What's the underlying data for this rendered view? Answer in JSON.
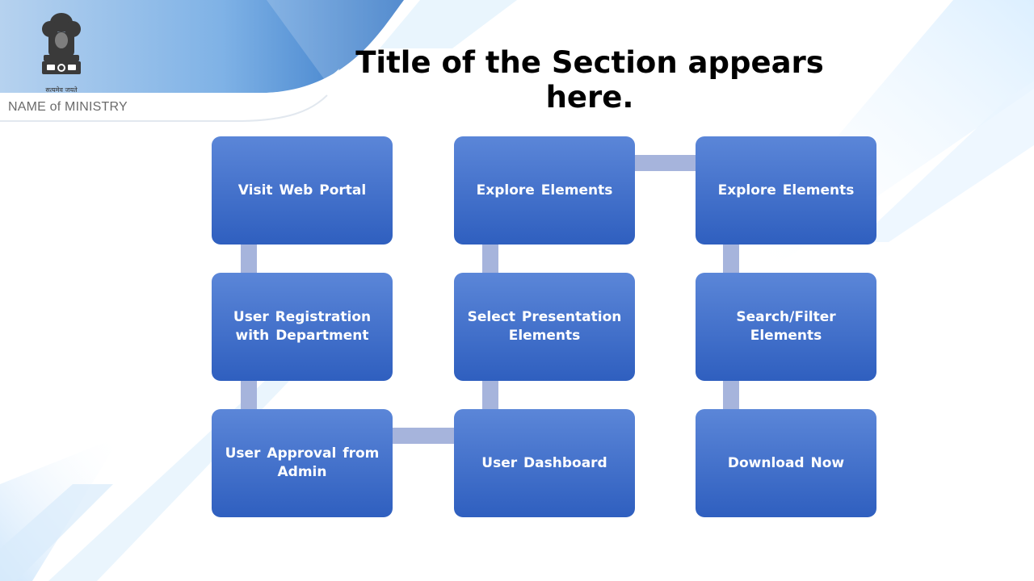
{
  "header": {
    "ministry": "NAME of MINISTRY",
    "motto": "सत्यमेव जयते",
    "emblem_icon": "national-emblem-icon"
  },
  "title": "Title of the Section appears here.",
  "diagram": {
    "nodes": [
      {
        "id": "n1",
        "label": "Visit Web Portal"
      },
      {
        "id": "n2",
        "label": "User Registration with Department"
      },
      {
        "id": "n3",
        "label": "User Approval from Admin"
      },
      {
        "id": "n4",
        "label": "User Dashboard"
      },
      {
        "id": "n5",
        "label": "Select Presentation Elements"
      },
      {
        "id": "n6",
        "label": "Explore Elements"
      },
      {
        "id": "n7",
        "label": "Explore Elements"
      },
      {
        "id": "n8",
        "label": "Search/Filter Elements"
      },
      {
        "id": "n9",
        "label": "Download Now"
      }
    ],
    "edges": [
      [
        "n1",
        "n2"
      ],
      [
        "n2",
        "n3"
      ],
      [
        "n3",
        "n4"
      ],
      [
        "n4",
        "n5"
      ],
      [
        "n5",
        "n6"
      ],
      [
        "n6",
        "n7"
      ],
      [
        "n7",
        "n8"
      ],
      [
        "n8",
        "n9"
      ]
    ]
  },
  "colors": {
    "box_top": "#5b86d8",
    "box_bottom": "#2f5fbf",
    "connector": "#a6b4dc",
    "header_blue": "#4a86cc"
  }
}
